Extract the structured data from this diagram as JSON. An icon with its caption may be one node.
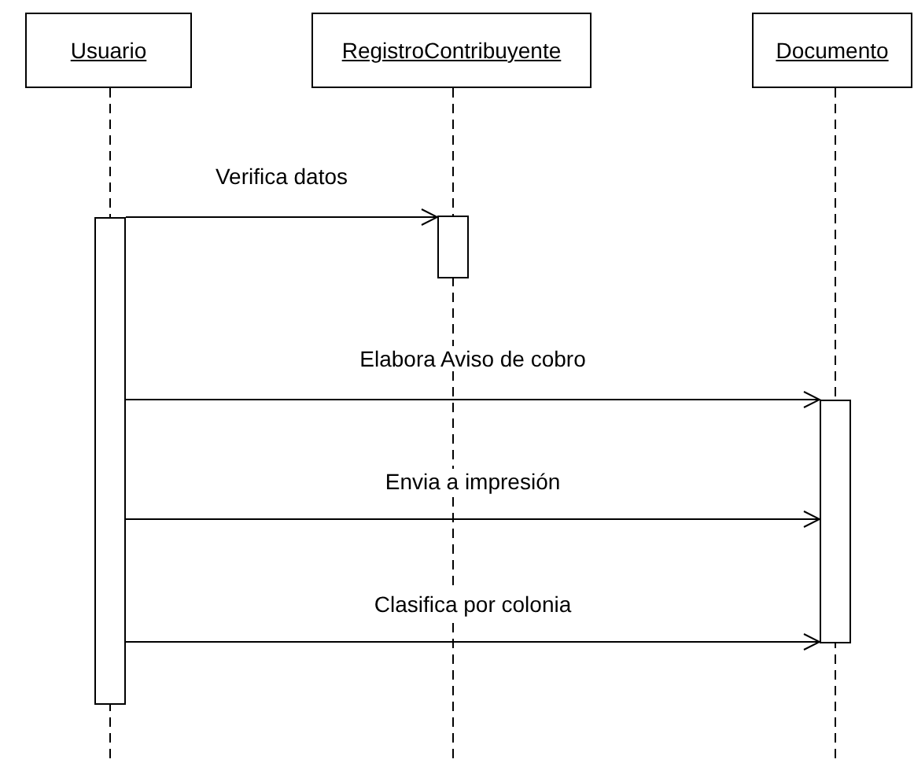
{
  "diagram": {
    "nodes": [
      {
        "text": [
          "Usuario"
        ]
      },
      {
        "text": [
          "RegistroContribuyente"
        ]
      },
      {
        "text": [
          "Documento"
        ]
      },
      {
        "text": [],
        "shape": "bar"
      },
      {
        "text": [],
        "shape": "bar"
      },
      {
        "text": [],
        "shape": "bar"
      }
    ],
    "edges": [
      {
        "from": 3,
        "to": 4,
        "arrow": "to",
        "label": "Verifica datos"
      },
      {
        "from": 3,
        "to": 5,
        "arrow": "to",
        "label": "Elabora Aviso de cobro"
      },
      {
        "from": 3,
        "to": 5,
        "arrow": "to",
        "label": "Envia a impresión"
      },
      {
        "from": 3,
        "to": 5,
        "arrow": "to",
        "label": "Clasifica por colonia"
      }
    ]
  }
}
